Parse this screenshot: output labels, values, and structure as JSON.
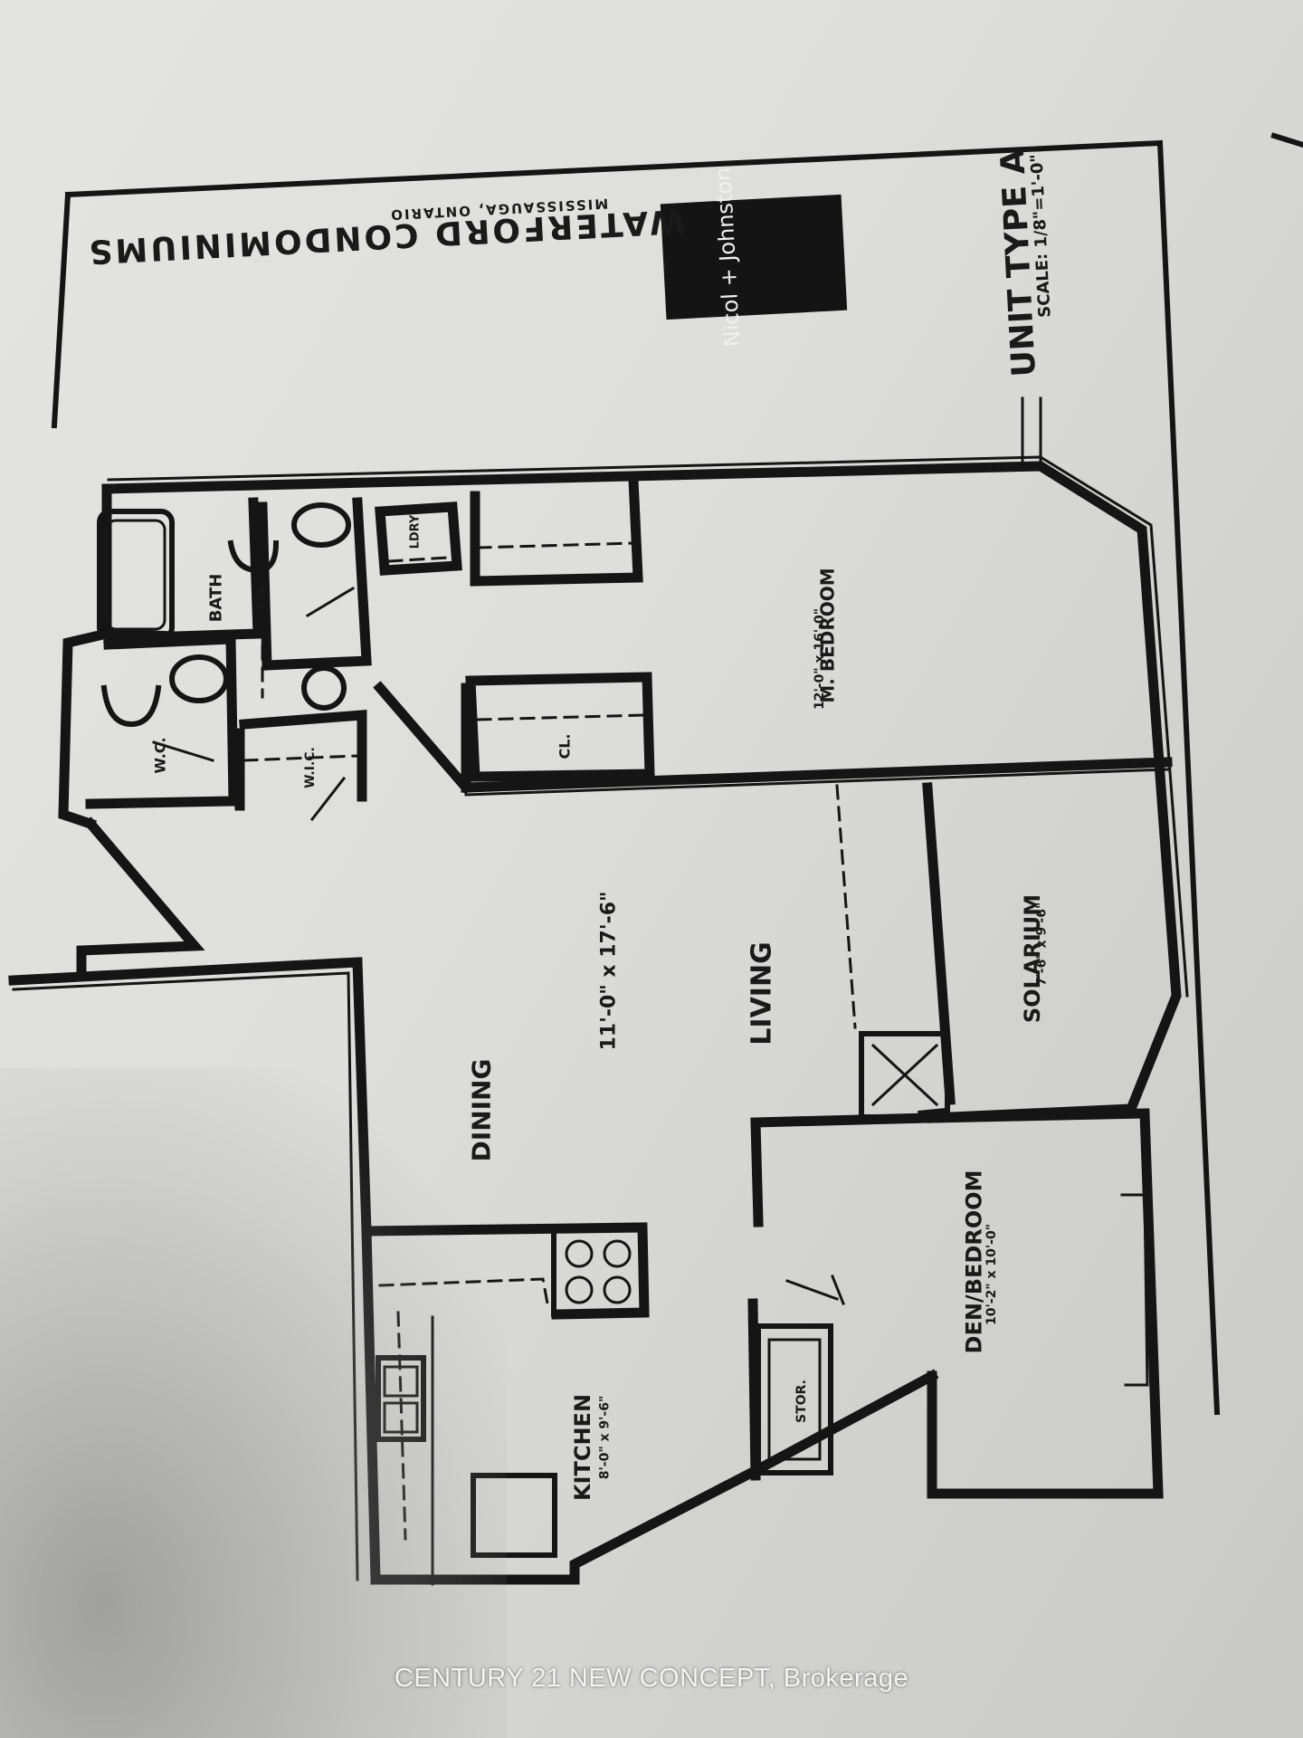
{
  "header": {
    "project_title": "WATERFORD CONDOMINIUMS",
    "location": "MISSISSAUGA, ONTARIO",
    "architect_logo": "Nicol + Johnston",
    "unit_type": "UNIT TYPE A",
    "scale": "SCALE: 1/8\"=1'-0\""
  },
  "rooms": {
    "master_bedroom": "M. BEDROOM",
    "master_bedroom_size": "12'-0\" x 16'-0\"",
    "living": "LIVING",
    "living_size": "11'-0\" x 17'-6\"",
    "dining": "DINING",
    "solarium": "SOLARIUM",
    "solarium_size": "7'-6\" x 9'-6\"",
    "den_bedroom": "DEN/BEDROOM",
    "den_bedroom_size": "10'-2\" x 10'-0\"",
    "kitchen": "KITCHEN",
    "kitchen_size": "8'-0\" x 9'-6\"",
    "bath": "BATH",
    "wc": "W.C.",
    "wic": "W.I.C.",
    "cl": "CL.",
    "stor": "STOR.",
    "ldry": "LDRY",
    "line": "LIN."
  },
  "watermark": "CENTURY 21 NEW CONCEPT, Brokerage"
}
